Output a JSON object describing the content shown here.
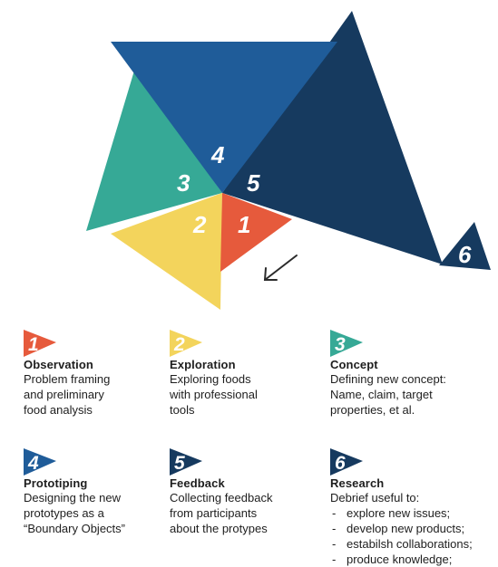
{
  "diagram": {
    "segments": [
      {
        "number": "1",
        "color": "#e65a3c"
      },
      {
        "number": "2",
        "color": "#f3d45c"
      },
      {
        "number": "3",
        "color": "#36a996"
      },
      {
        "number": "4",
        "color": "#1f5c99"
      },
      {
        "number": "5",
        "color": "#163a5f"
      },
      {
        "number": "6",
        "color": "#163a5f"
      }
    ],
    "arrow_icon": "arrow-down-left-icon"
  },
  "steps": [
    {
      "number": "1",
      "title": "Observation",
      "color": "#e65a3c",
      "description": "Problem framing\nand preliminary\nfood analysis"
    },
    {
      "number": "2",
      "title": "Exploration",
      "color": "#f3d45c",
      "description": "Exploring foods\nwith professional\ntools"
    },
    {
      "number": "3",
      "title": "Concept",
      "color": "#36a996",
      "description": "Defining new concept:\nName, claim, target\nproperties, et al."
    },
    {
      "number": "4",
      "title": "Prototiping",
      "color": "#1f5c99",
      "description": "Designing the new\nprototypes as a\n“Boundary Objects”"
    },
    {
      "number": "5",
      "title": "Feedback",
      "color": "#163a5f",
      "description": "Collecting feedback\nfrom participants\nabout the protypes"
    },
    {
      "number": "6",
      "title": "Research",
      "color": "#163a5f",
      "description": "Debrief  useful to:",
      "list": [
        "explore new issues;",
        "develop new products;",
        "estabilsh collaborations;",
        "produce knowledge;"
      ]
    }
  ]
}
